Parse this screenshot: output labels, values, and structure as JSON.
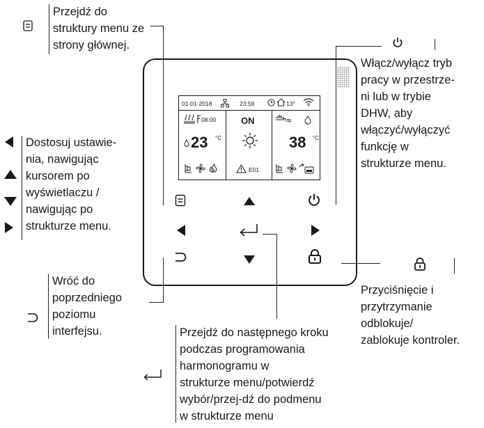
{
  "annotations": {
    "menu": [
      "Przejdź do",
      "struktury menu ze",
      "strony głównej."
    ],
    "power": [
      "Włącz/wyłącz tryb",
      "pracy w przestrze-",
      "ni lub w trybie",
      "DHW, aby",
      "włączyć/wyłączyć",
      "funkcję w",
      "strukturze menu."
    ],
    "navigate": [
      "Dostosuj ustawie-",
      "nia, nawigując",
      "kursorem po",
      "wyświetlaczu /",
      "nawigując po",
      "strukturze menu."
    ],
    "back": [
      "Wróć do",
      "poprzedniego",
      "poziomu",
      "interfejsu."
    ],
    "lock": [
      "Przyciśnięcie i",
      "przytrzymanie",
      "odblokuje/",
      "zablokuje kontroler."
    ],
    "enter": [
      "Przejdź do następnego kroku",
      "podczas programowania",
      "harmonogramu w",
      "strukturze menu/potwierdź",
      "wybór/przej-dź do podmenu",
      "w strukturze menu"
    ]
  },
  "screen": {
    "date": "01-01-2018",
    "time": "23:59",
    "outdoor_temp": "13°",
    "schedule_time": "08:00",
    "status": "ON",
    "room_temp": "23",
    "room_unit": "°C",
    "water_temp": "38",
    "water_unit": "°C",
    "error_code": "E01"
  },
  "icons": {
    "menu": "menu-icon",
    "power": "power-icon",
    "up": "triangle-up-icon",
    "down": "triangle-down-icon",
    "left": "triangle-left-icon",
    "right": "triangle-right-icon",
    "back": "back-icon",
    "enter": "enter-icon",
    "lock": "lock-icon"
  }
}
